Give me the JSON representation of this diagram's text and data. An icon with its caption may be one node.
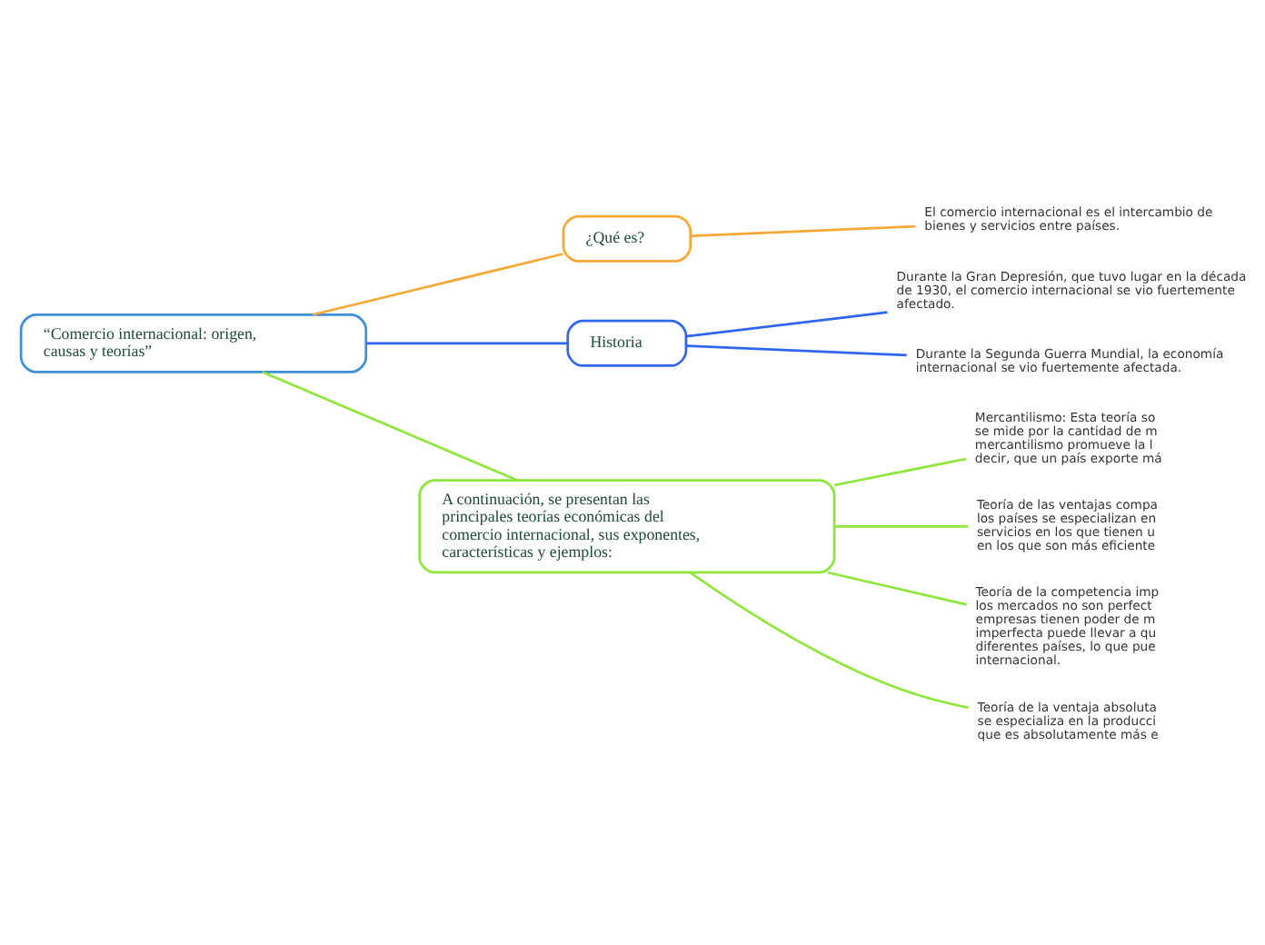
{
  "diagram": {
    "nodes": [
      {
        "text": [
          "“Comercio internacional: origen, causas y teorías”"
        ]
      },
      {
        "text": [
          "¿Qué es?"
        ]
      },
      {
        "text": [
          "El comercio internacional es el intercambio de bienes y servicios entre países."
        ]
      },
      {
        "text": [
          "Historia"
        ]
      },
      {
        "text": [
          "Durante la Gran Depresión, que tuvo lugar en la década de 1930, el comercio internacional se vio fuertemente afectado."
        ]
      },
      {
        "text": [
          "Durante la Segunda Guerra Mundial, la economía internacional se vio fuertemente afectada."
        ]
      },
      {
        "text": [
          "A continuación, se presentan las principales teorías económicas del comercio internacional, sus exponentes, características y ejemplos:"
        ]
      },
      {
        "text": [
          "Mercantilismo: Esta teoría so se mide por la cantidad de m mercantilismo promueve la l decir, que un país exporte má"
        ]
      },
      {
        "text": [
          "Teoría de las ventajas compa los países se especializan en servicios en los que tienen u en los que son más eficiente"
        ]
      },
      {
        "text": [
          "Teoría de la competencia imp los mercados no son perfect empresas tienen poder de m imperfecta puede llevar a qu diferentes países, lo que pue internacional."
        ]
      },
      {
        "text": [
          "Teoría de la ventaja absoluta se especializa en la producci que es absolutamente más e"
        ]
      }
    ],
    "edges": [
      {
        "from": 0,
        "to": 1,
        "arrow": "none",
        "color": "#f5a833"
      },
      {
        "from": 1,
        "to": 2,
        "arrow": "none",
        "color": "#f5a833"
      },
      {
        "from": 0,
        "to": 3,
        "arrow": "none",
        "color": "#2f66f0"
      },
      {
        "from": 3,
        "to": 4,
        "arrow": "none",
        "color": "#2f66f0"
      },
      {
        "from": 3,
        "to": 5,
        "arrow": "none",
        "color": "#2f66f0"
      },
      {
        "from": 0,
        "to": 6,
        "arrow": "none",
        "color": "#8ee63a"
      },
      {
        "from": 6,
        "to": 7,
        "arrow": "none",
        "color": "#8ee63a"
      },
      {
        "from": 6,
        "to": 8,
        "arrow": "none",
        "color": "#8ee63a"
      },
      {
        "from": 6,
        "to": 9,
        "arrow": "none",
        "color": "#8ee63a"
      },
      {
        "from": 6,
        "to": 10,
        "arrow": "none",
        "color": "#8ee63a"
      }
    ]
  }
}
